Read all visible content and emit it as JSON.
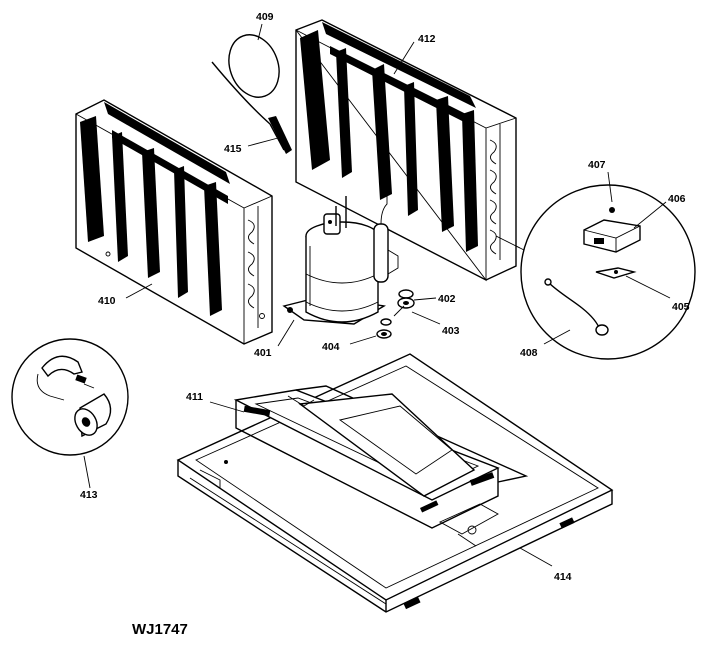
{
  "diagram": {
    "drawing_id": "WJ1747",
    "callouts": {
      "p401": "401",
      "p402": "402",
      "p403": "403",
      "p404": "404",
      "p405": "405",
      "p406": "406",
      "p407": "407",
      "p408": "408",
      "p409": "409",
      "p410": "410",
      "p411": "411",
      "p412": "412",
      "p413": "413",
      "p414": "414",
      "p415": "415"
    }
  },
  "colors": {
    "ink": "#000000",
    "paper": "#ffffff"
  }
}
